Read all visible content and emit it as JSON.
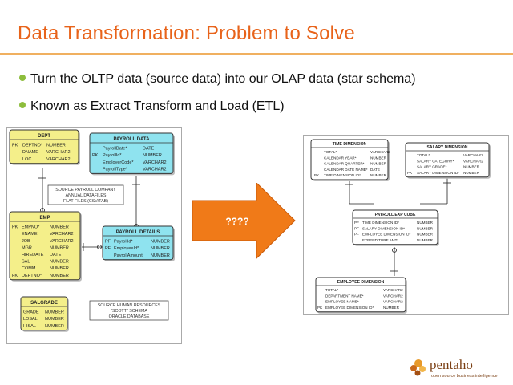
{
  "title": "Data Transformation: Problem to Solve",
  "bullets": [
    "Turn the OLTP data (source data) into our OLAP data (star schema)",
    "Known as Extract Transform and Load (ETL)"
  ],
  "source_tables": [
    {
      "name": "DEPT",
      "color": "#f4ef8a",
      "rows": [
        [
          "PK",
          "DEPTNO*",
          "NUMBER"
        ],
        [
          "",
          "DNAME",
          "VARCHAR2"
        ],
        [
          "",
          "LOC",
          "VARCHAR2"
        ]
      ]
    },
    {
      "name": "PAYROLL DATA",
      "color": "#8fe3ef",
      "rows": [
        [
          "",
          "PayrollDate*",
          "DATE"
        ],
        [
          "PK",
          "PayrollId*",
          "NUMBER"
        ],
        [
          "",
          "EmployerCode*",
          "VARCHAR2"
        ],
        [
          "",
          "PayrollType*",
          "VARCHAR2"
        ]
      ]
    },
    {
      "name": "EMP",
      "color": "#f4ef8a",
      "rows": [
        [
          "PK",
          "EMPNO*",
          "NUMBER"
        ],
        [
          "",
          "ENAME",
          "VARCHAR2"
        ],
        [
          "",
          "JOB",
          "VARCHAR2"
        ],
        [
          "",
          "MGR",
          "NUMBER"
        ],
        [
          "",
          "HIREDATE",
          "DATE"
        ],
        [
          "",
          "SAL",
          "NUMBER"
        ],
        [
          "",
          "COMM",
          "NUMBER"
        ],
        [
          "FK",
          "DEPTNO*",
          "NUMBER"
        ]
      ]
    },
    {
      "name": "PAYROLL DETAILS",
      "color": "#8fe3ef",
      "rows": [
        [
          "PF",
          "PayrollId*",
          "NUMBER"
        ],
        [
          "PF",
          "EmployeeId*",
          "NUMBER"
        ],
        [
          "",
          "PayrollAmount",
          "NUMBER"
        ]
      ]
    },
    {
      "name": "SALGRADE",
      "color": "#f4ef8a",
      "rows": [
        [
          "",
          "GRADE",
          "NUMBER"
        ],
        [
          "",
          "LOSAL",
          "NUMBER"
        ],
        [
          "",
          "HISAL",
          "NUMBER"
        ]
      ]
    }
  ],
  "source_notes": {
    "payroll": [
      "SOURCE PAYROLL COMPANY",
      "ANNUAL DATAFILES",
      "FLAT FILES (CSV/TAB)"
    ],
    "hr": [
      "SOURCE HUMAN RESOURCES",
      "\"SCOTT\" SCHEMA",
      "ORACLE DATABASE"
    ]
  },
  "arrow_label": "????",
  "target_tables": [
    {
      "name": "TIME DIMENSION",
      "rows": [
        [
          "",
          "TOTAL*",
          "VARCHAR2"
        ],
        [
          "",
          "CALENDAR YEAR*",
          "NUMBER"
        ],
        [
          "",
          "CALENDAR QUARTER*",
          "NUMBER"
        ],
        [
          "",
          "CALENDAR DATE NAME*",
          "DATE"
        ],
        [
          "PK",
          "TIME DIMENSION ID*",
          "NUMBER"
        ]
      ]
    },
    {
      "name": "SALARY DIMENSION",
      "rows": [
        [
          "",
          "TOTAL*",
          "VARCHAR2"
        ],
        [
          "",
          "SALARY CATEGORY*",
          "VARCHAR2"
        ],
        [
          "",
          "SALARY GRADE*",
          "NUMBER"
        ],
        [
          "PK",
          "SALARY DIMENSION ID*",
          "NUMBER"
        ]
      ]
    },
    {
      "name": "PAYROLL EXP CUBE",
      "rows": [
        [
          "PF",
          "TIME DIMENSION ID*",
          "NUMBER"
        ],
        [
          "PF",
          "SALARY DIMENSION ID*",
          "NUMBER"
        ],
        [
          "PF",
          "EMPLOYEE DIMENSION ID*",
          "NUMBER"
        ],
        [
          "",
          "EXPENDITURE AMT*",
          "NUMBER"
        ]
      ]
    },
    {
      "name": "EMPLOYEE DIMENSION",
      "rows": [
        [
          "",
          "TOTAL*",
          "VARCHAR2"
        ],
        [
          "",
          "DEPARTMENT NAME*",
          "VARCHAR2"
        ],
        [
          "",
          "EMPLOYEE NAME*",
          "VARCHAR2"
        ],
        [
          "PK",
          "EMPLOYEE DIMENSION ID*",
          "NUMBER"
        ]
      ]
    }
  ],
  "logo": {
    "name": "pentaho",
    "tagline": "open source business intelligence"
  }
}
